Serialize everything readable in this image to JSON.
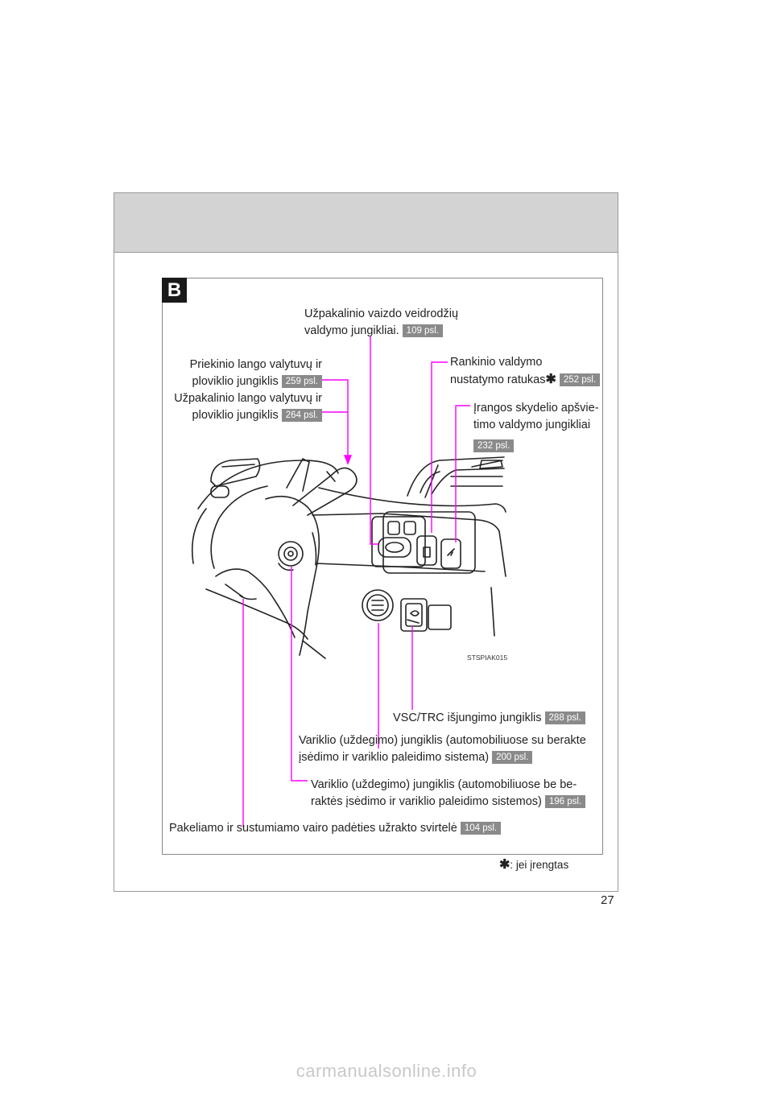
{
  "page": {
    "number": "27",
    "section": "B",
    "footnote_mark": "✱",
    "footnote_text": ": jei įrengtas",
    "watermark": "carmanualsonline.info"
  },
  "figure": {
    "code": "STSPIAK015"
  },
  "labels": {
    "mirror": {
      "line1": "Užpakalinio vaizdo veidrodžių",
      "line2": "valdymo jungikliai.",
      "ref": "109 psl."
    },
    "front_wiper": {
      "line1": "Priekinio lango valytuvų ir",
      "line2": "ploviklio jungiklis",
      "ref": "259 psl."
    },
    "rear_wiper": {
      "line1": "Užpakalinio lango valytuvų ir",
      "line2": "ploviklio jungiklis",
      "ref": "264 psl."
    },
    "headlight_leveling": {
      "line1": "Rankinio valdymo",
      "line2": "nustatymo ratukas",
      "star": "✱",
      "ref": "252 psl."
    },
    "panel_light": {
      "line1": "Įrangos skydelio apšvie-",
      "line2": "timo valdymo jungikliai",
      "ref": "232 psl."
    },
    "vsc_trc": {
      "line1": "VSC/TRC išjungimo jungiklis",
      "ref": "288 psl."
    },
    "engine_switch_smart": {
      "line1": "Variklio (uždegimo) jungiklis (automobiliuose su berakte",
      "line2": "įsėdimo ir variklio paleidimo sistema)",
      "ref": "200 psl."
    },
    "engine_switch_key": {
      "line1": "Variklio (uždegimo) jungiklis (automobiliuose be be-",
      "line2": "raktės įsėdimo ir variklio paleidimo sistemos)",
      "ref": "196 psl."
    },
    "tilt_lock": {
      "line1": "Pakeliamo ir sustumiamo vairo padėties užrakto svirtelė",
      "ref": "104 psl."
    }
  },
  "colors": {
    "leader": "#ff00ff",
    "ref_bg": "#8a8a8a",
    "header_band": "#d3d3d3"
  }
}
